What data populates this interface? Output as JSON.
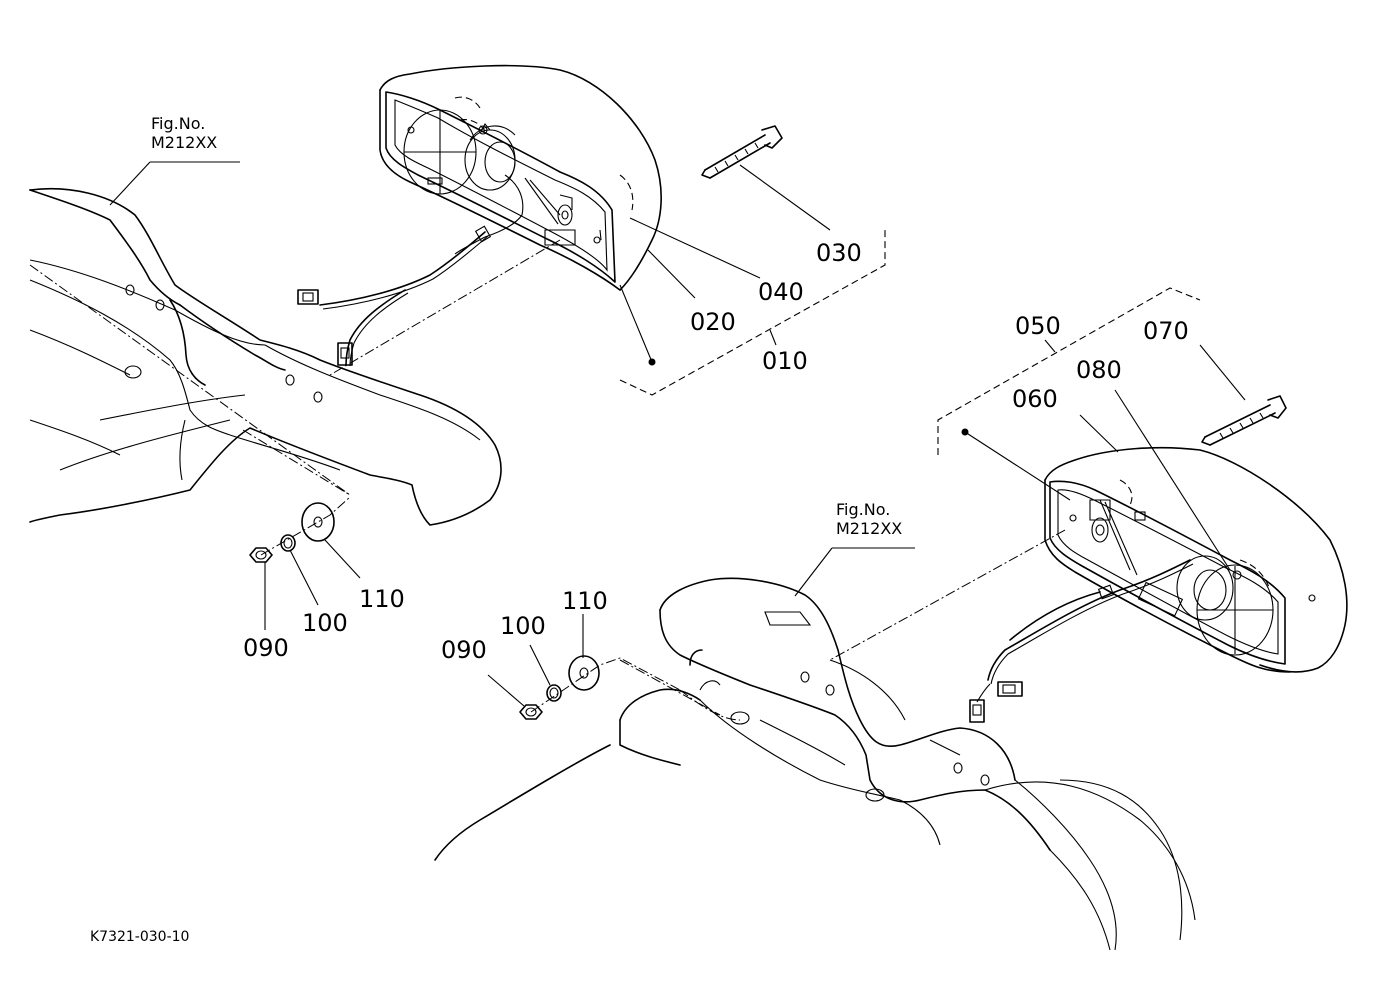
{
  "figure_refs": [
    {
      "line1": "Fig.No.",
      "line2": "M212XX"
    },
    {
      "line1": "Fig.No.",
      "line2": "M212XX"
    }
  ],
  "part_labels": {
    "p010": "010",
    "p020": "020",
    "p030": "030",
    "p040": "040",
    "p050": "050",
    "p060": "060",
    "p070": "070",
    "p080": "080",
    "p090_left": "090",
    "p100_left": "100",
    "p110_left": "110",
    "p090_right": "090",
    "p100_right": "100",
    "p110_right": "110"
  },
  "drawing_code": "K7321-030-10"
}
